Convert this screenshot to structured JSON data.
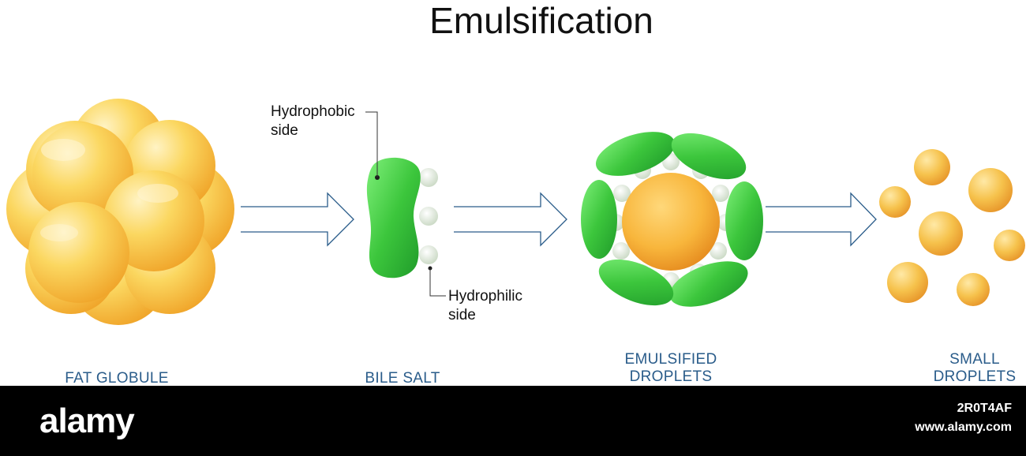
{
  "title": "Emulsification",
  "stages": [
    {
      "label": "FAT GLOBULE"
    },
    {
      "label": "BILE SALT"
    },
    {
      "label_line1": "EMULSIFIED",
      "label_line2": "DROPLETS"
    },
    {
      "label_line1": "SMALL",
      "label_line2": "DROPLETS"
    }
  ],
  "annotations": {
    "hydrophobic_line1": "Hydrophobic",
    "hydrophobic_line2": "side",
    "hydrophilic_line1": "Hydrophilic",
    "hydrophilic_line2": "side"
  },
  "colors": {
    "fat": "#f7c63e",
    "bile_green": "#3ec93e",
    "hydrophilic_head": "#e8efe4",
    "caption_blue": "#2a5c8a",
    "arrow_outline": "#2a5c8a"
  },
  "footer": {
    "brand": "alamy",
    "image_id": "2R0T4AF",
    "site": "www.alamy.com"
  }
}
